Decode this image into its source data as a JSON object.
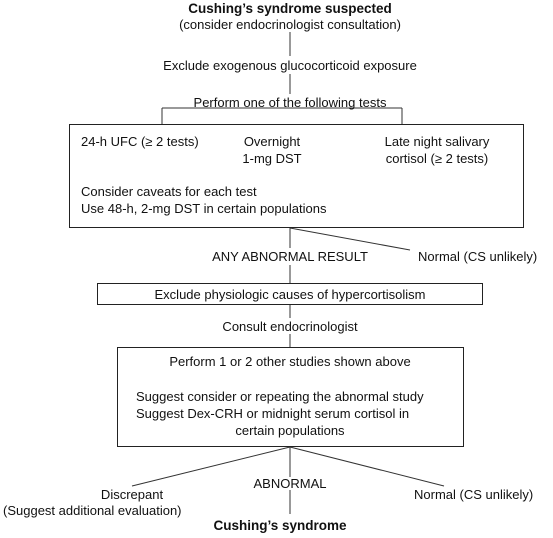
{
  "header": {
    "title": "Cushing’s syndrome suspected",
    "subtitle": "(consider endocrinologist consultation)"
  },
  "steps": {
    "exclude_exogenous": "Exclude exogenous glucocorticoid exposure",
    "perform_one": "Perform one of the following tests"
  },
  "tests_box": {
    "test1": "24-h UFC (≥ 2 tests)",
    "test2_line1": "Overnight",
    "test2_line2": "1-mg DST",
    "test3_line1": "Late night salivary",
    "test3_line2": "cortisol (≥ 2 tests)",
    "caveat1": "Consider caveats for each test",
    "caveat2": "Use 48-h, 2-mg DST in certain populations"
  },
  "branch1": {
    "abnormal": "ANY ABNORMAL RESULT",
    "normal": "Normal (CS unlikely)"
  },
  "physiologic_box": {
    "text": "Exclude physiologic causes of hypercortisolism"
  },
  "consult": "Consult endocrinologist",
  "studies_box": {
    "line1": "Perform 1 or 2 other studies shown above",
    "line2": "Suggest consider or repeating the abnormal study",
    "line3": "Suggest Dex-CRH or midnight serum cortisol in",
    "line4": "certain populations"
  },
  "branch2": {
    "discrepant": "Discrepant",
    "discrepant_note": "(Suggest additional evaluation)",
    "abnormal": "ABNORMAL",
    "normal": "Normal (CS unlikely)"
  },
  "footer": {
    "result": "Cushing’s syndrome"
  }
}
